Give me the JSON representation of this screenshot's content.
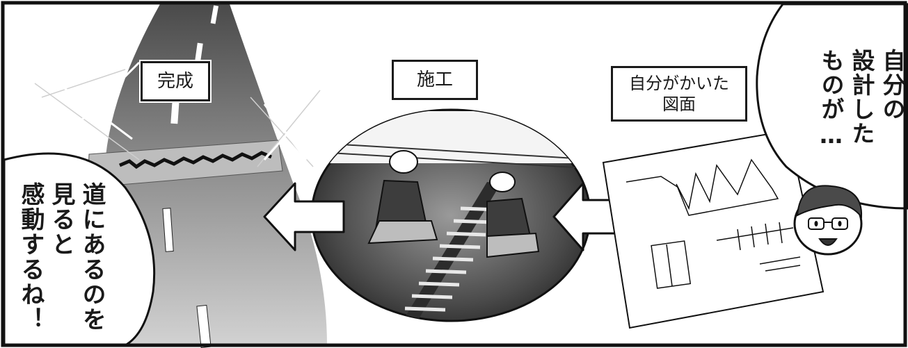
{
  "panel": {
    "labels": {
      "completed": "完成",
      "construction": "施工",
      "drawing_line1": "自分がかいた",
      "drawing_line2": "図面"
    },
    "speech_left": {
      "lines": [
        "道にあるのを",
        "見ると",
        "感動するね！"
      ]
    },
    "speech_right": {
      "lines": [
        "自分の",
        "設計した",
        "ものが…"
      ]
    }
  }
}
